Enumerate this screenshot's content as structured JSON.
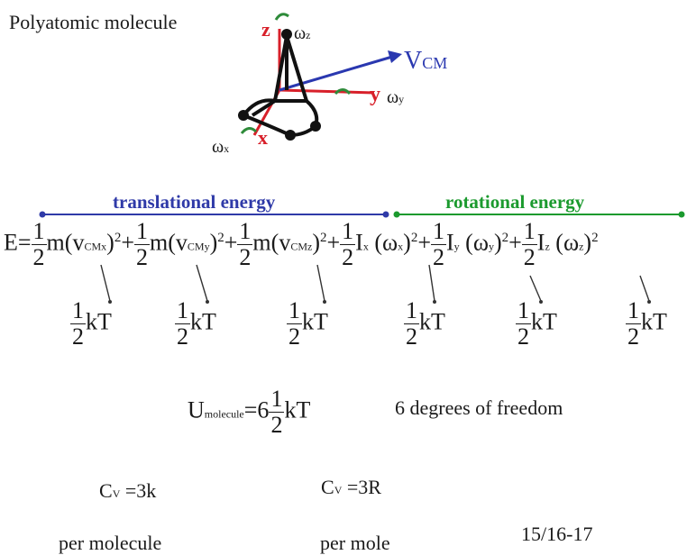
{
  "title": "Polyatomic molecule",
  "axes": {
    "z": "z",
    "y": "y",
    "x": "x",
    "omega": "ω",
    "sub_z": "z",
    "sub_y": "y",
    "sub_x": "x",
    "v": "V",
    "v_sub": "CM"
  },
  "brackets": {
    "translational": "translational energy",
    "rotational": "rotational energy"
  },
  "equation": {
    "lhs": "E=",
    "one": "1",
    "two": "2",
    "m": "m",
    "v": "v",
    "cm_x": "CMx",
    "cm_y": "CMy",
    "cm_z": "CMz",
    "sq": "2",
    "plus": "+",
    "I": "I",
    "omega": "ω",
    "x": "x",
    "y": "y",
    "z": "z",
    "kT": "kT"
  },
  "internal_energy": {
    "U": "U",
    "sub": "molecule",
    "eq": "=6",
    "kT": "kT",
    "dof": "6 degrees of freedom"
  },
  "heat_capacity": {
    "c_left": "C",
    "sub_v": "V",
    "val_left": "=3k",
    "val_right": "=3R",
    "per_molecule": "per molecule",
    "per_mole": "per mole",
    "slide_number": "15/16-17"
  },
  "colors": {
    "translational": "#2f3aa8",
    "rotational": "#1b9a2e",
    "axis": "#d8202a",
    "velocity": "#2a38b0",
    "omega_icon": "#2e8b3a"
  }
}
